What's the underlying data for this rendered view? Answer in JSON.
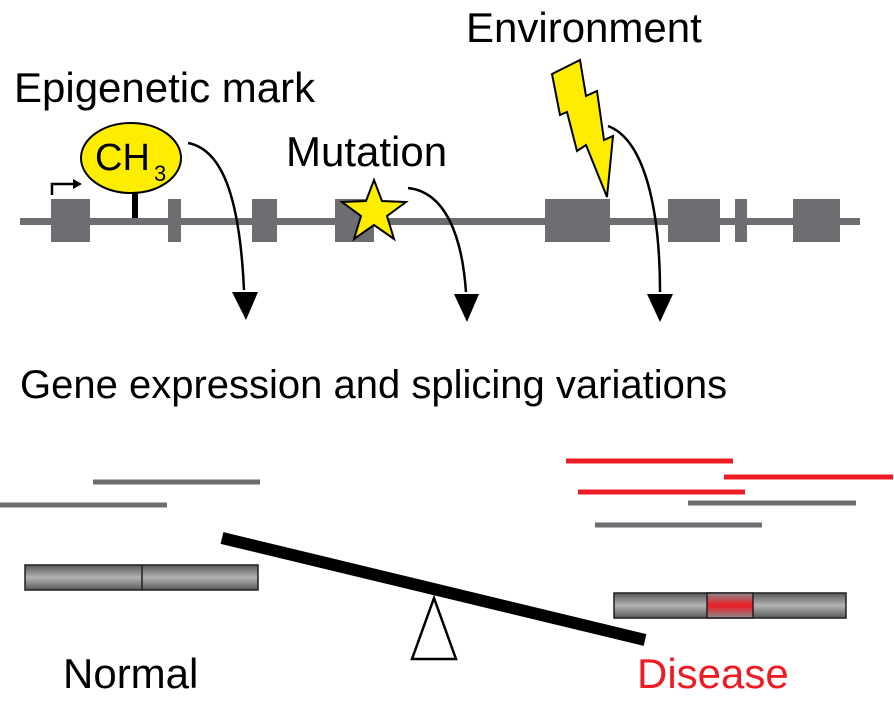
{
  "labels": {
    "epigenetic": "Epigenetic mark",
    "ch3_main": "CH",
    "ch3_sub": "3",
    "mutation": "Mutation",
    "environment": "Environment",
    "expression": "Gene expression and splicing variations",
    "normal": "Normal",
    "disease": "Disease"
  },
  "colors": {
    "gene_gray": "#6d6e71",
    "marker_yellow": "#ffed00",
    "disease_red": "#ed1c24",
    "black": "#000000"
  },
  "icons": {
    "methyl_group": "ch3-circle-icon",
    "mutation": "star-icon",
    "environment": "lightning-bolt-icon",
    "tss": "bent-arrow-icon",
    "balance": "seesaw-icon"
  }
}
